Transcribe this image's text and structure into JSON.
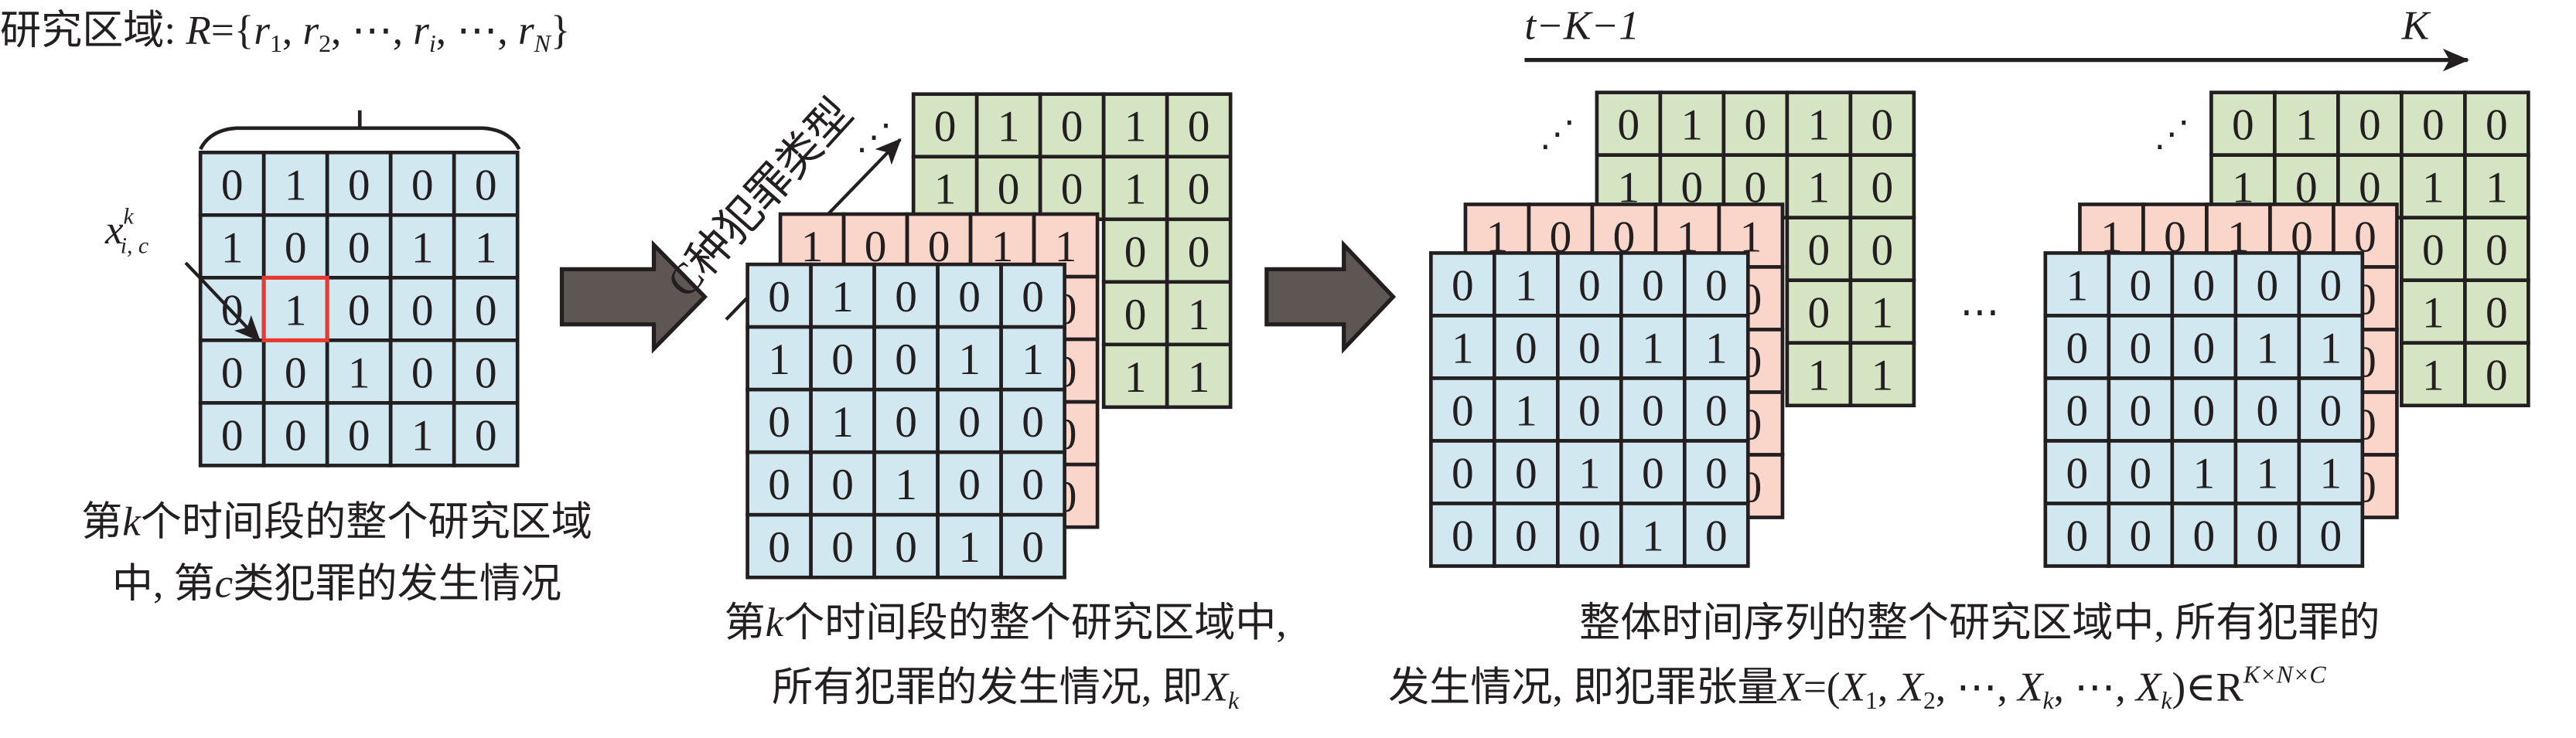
{
  "colors": {
    "layer_blue": "#D2E8F1",
    "layer_pink": "#F9D5CA",
    "layer_green": "#D5E5C3",
    "stroke": "#231F20",
    "arrow_fill": "#5E5652",
    "highlight": "#E8382F"
  },
  "region_label": {
    "prefix": "研究区域: ",
    "R": "R",
    "eq": "={",
    "r": "r",
    "subs": [
      "1",
      "2",
      "i",
      "N"
    ],
    "sep": ", ",
    "ellipsis": "⋯",
    "close": "}"
  },
  "cell_label": {
    "x": "x",
    "sup": "k",
    "sub": "i, c"
  },
  "crime_type_axis": {
    "label": "C种犯罪类型"
  },
  "time_axis": {
    "start_label": "t−K−1",
    "end_label": "K"
  },
  "ellipsis_diag": "⋰",
  "ellipsis_h": "⋯",
  "single_matrix": {
    "values": [
      [
        0,
        1,
        0,
        0,
        0
      ],
      [
        1,
        0,
        0,
        1,
        1
      ],
      [
        0,
        1,
        0,
        0,
        0
      ],
      [
        0,
        0,
        1,
        0,
        0
      ],
      [
        0,
        0,
        0,
        1,
        0
      ]
    ],
    "highlight_cell": [
      2,
      1
    ]
  },
  "stacks": [
    {
      "name": "crime-type-stack-k",
      "green": [
        [
          0,
          1,
          0,
          1,
          0
        ],
        [
          1,
          0,
          0,
          1,
          0
        ],
        [
          null,
          null,
          null,
          0,
          0
        ],
        [
          null,
          null,
          null,
          0,
          1
        ],
        [
          null,
          null,
          null,
          1,
          1
        ]
      ],
      "pink_top": [
        1,
        0,
        0,
        1,
        1
      ],
      "blue": [
        [
          0,
          1,
          0,
          0,
          0
        ],
        [
          1,
          0,
          0,
          1,
          1
        ],
        [
          0,
          1,
          0,
          0,
          0
        ],
        [
          0,
          0,
          1,
          0,
          0
        ],
        [
          0,
          0,
          0,
          1,
          0
        ]
      ]
    },
    {
      "name": "time-stack-first",
      "green": [
        [
          0,
          1,
          0,
          1,
          0
        ],
        [
          1,
          0,
          0,
          1,
          0
        ],
        [
          null,
          null,
          null,
          0,
          0
        ],
        [
          null,
          null,
          null,
          0,
          1
        ],
        [
          null,
          null,
          null,
          1,
          1
        ]
      ],
      "pink_top": [
        1,
        0,
        0,
        1,
        1
      ],
      "blue": [
        [
          0,
          1,
          0,
          0,
          0
        ],
        [
          1,
          0,
          0,
          1,
          1
        ],
        [
          0,
          1,
          0,
          0,
          0
        ],
        [
          0,
          0,
          1,
          0,
          0
        ],
        [
          0,
          0,
          0,
          1,
          0
        ]
      ]
    },
    {
      "name": "time-stack-last",
      "green": [
        [
          0,
          1,
          0,
          0,
          0
        ],
        [
          1,
          0,
          0,
          1,
          1
        ],
        [
          null,
          null,
          null,
          0,
          0
        ],
        [
          null,
          null,
          null,
          1,
          0
        ],
        [
          null,
          null,
          null,
          1,
          0
        ]
      ],
      "pink_top": [
        1,
        0,
        1,
        0,
        0
      ],
      "blue": [
        [
          1,
          0,
          0,
          0,
          0
        ],
        [
          0,
          0,
          0,
          1,
          1
        ],
        [
          0,
          0,
          0,
          0,
          0
        ],
        [
          0,
          0,
          1,
          1,
          1
        ],
        [
          0,
          0,
          0,
          0,
          0
        ]
      ]
    }
  ],
  "captions": {
    "single": {
      "line1_a": "第",
      "line1_k": "k",
      "line1_b": "个时间段的整个研究区域",
      "line2_a": "中, 第",
      "line2_c": "c",
      "line2_b": "类犯罪的发生情况"
    },
    "stack": {
      "line1_a": "第",
      "line1_k": "k",
      "line1_b": "个时间段的整个研究区域中,",
      "line2_a": "所有犯罪的发生情况, 即",
      "line2_X": "X",
      "line2_sub": "k"
    },
    "tensor": {
      "line1": "整体时间序列的整个研究区域中, 所有犯罪的",
      "line2_a": "发生情况, 即犯罪张量",
      "line2_X": "X",
      "line2_eq": "=(",
      "terms": [
        {
          "X": "X",
          "sub": "1",
          "sep": ", "
        },
        {
          "X": "X",
          "sub": "2",
          "sep": ", ⋯, "
        },
        {
          "X": "X",
          "sub": "k",
          "sep": ", ⋯, "
        },
        {
          "X": "X",
          "sub": "k",
          "sep": ""
        }
      ],
      "line2_close": ")∈R",
      "line2_sup": "K×N×C"
    }
  }
}
